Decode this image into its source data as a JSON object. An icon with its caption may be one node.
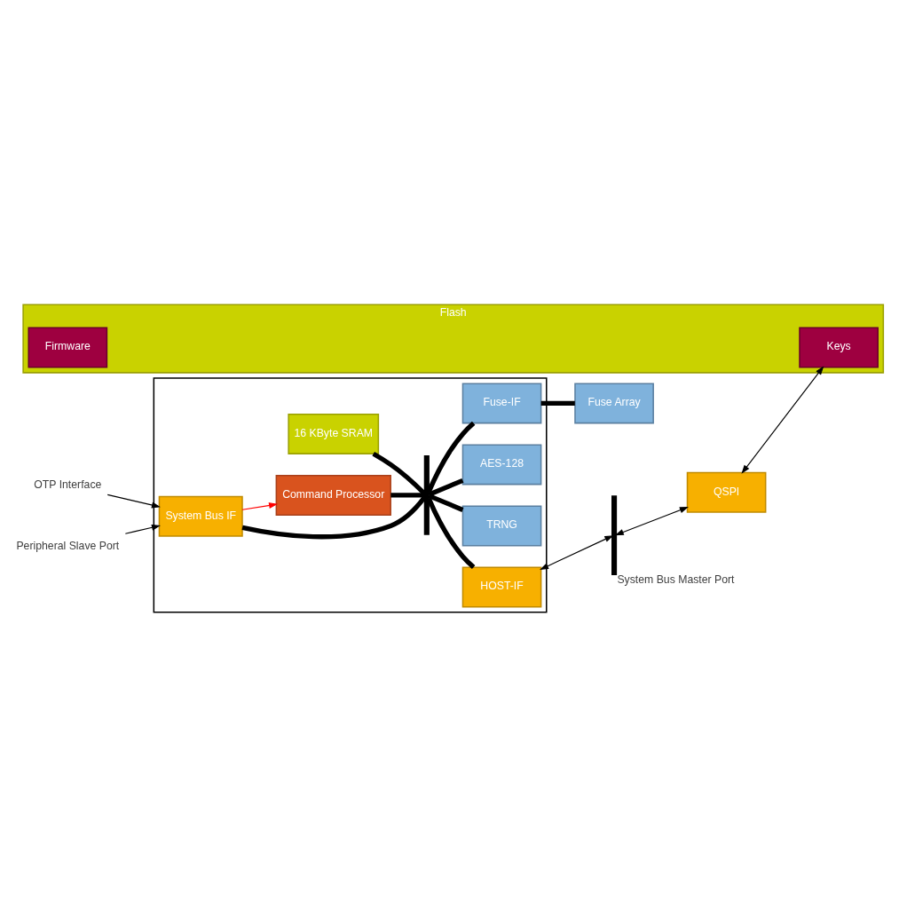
{
  "diagram": {
    "nodes": [
      {
        "text": [],
        "shape": "box"
      },
      {
        "text": [
          "Command Processor"
        ],
        "in": 0
      },
      {
        "text": [
          "Fuse-IF"
        ],
        "in": 0
      },
      {
        "text": [
          "Fuse Array"
        ]
      },
      {
        "text": [
          "16 KByte SRAM"
        ],
        "in": 0
      },
      {
        "text": [
          "TRNG"
        ],
        "in": 0
      },
      {
        "text": [
          "AES-128"
        ],
        "in": 0
      },
      {
        "text": [
          "System Bus IF"
        ],
        "in": 0
      },
      {
        "text": [
          "HOST-IF"
        ],
        "in": 0
      },
      {
        "text": [],
        "shape": "bar",
        "in": 0
      },
      {
        "text": [
          "OTP Interface"
        ]
      },
      {
        "text": [
          "Peripheral Slave Port"
        ]
      },
      {
        "text": [],
        "shape": "bar",
        "beside": [
          "System Bus Master Port"
        ]
      },
      {
        "text": [
          "QSPI"
        ]
      },
      {
        "text": [
          "Flash"
        ]
      },
      {
        "text": [
          "Keys"
        ],
        "in": 14
      },
      {
        "text": [
          "Firmware"
        ],
        "in": 14
      }
    ],
    "edges": [
      {
        "from": 1,
        "to": 9,
        "arrow": "none"
      },
      {
        "from": 4,
        "to": 9,
        "arrow": "none"
      },
      {
        "from": 7,
        "to": 9,
        "arrow": "none"
      },
      {
        "from": 9,
        "to": 2,
        "arrow": "none"
      },
      {
        "from": 9,
        "to": 5,
        "arrow": "none"
      },
      {
        "from": 9,
        "to": 6,
        "arrow": "none"
      },
      {
        "from": 9,
        "to": 8,
        "arrow": "none"
      },
      {
        "from": 2,
        "to": 3,
        "arrow": "none"
      },
      {
        "from": 7,
        "to": 1,
        "arrow": "to",
        "color": "#ff0000"
      },
      {
        "from": 10,
        "to": 7,
        "arrow": "to"
      },
      {
        "from": 11,
        "to": 7,
        "arrow": "to"
      },
      {
        "from": 8,
        "to": 12,
        "arrow": "both"
      },
      {
        "from": 12,
        "to": 13,
        "arrow": "both"
      },
      {
        "from": 13,
        "to": 15,
        "arrow": "both"
      }
    ]
  }
}
